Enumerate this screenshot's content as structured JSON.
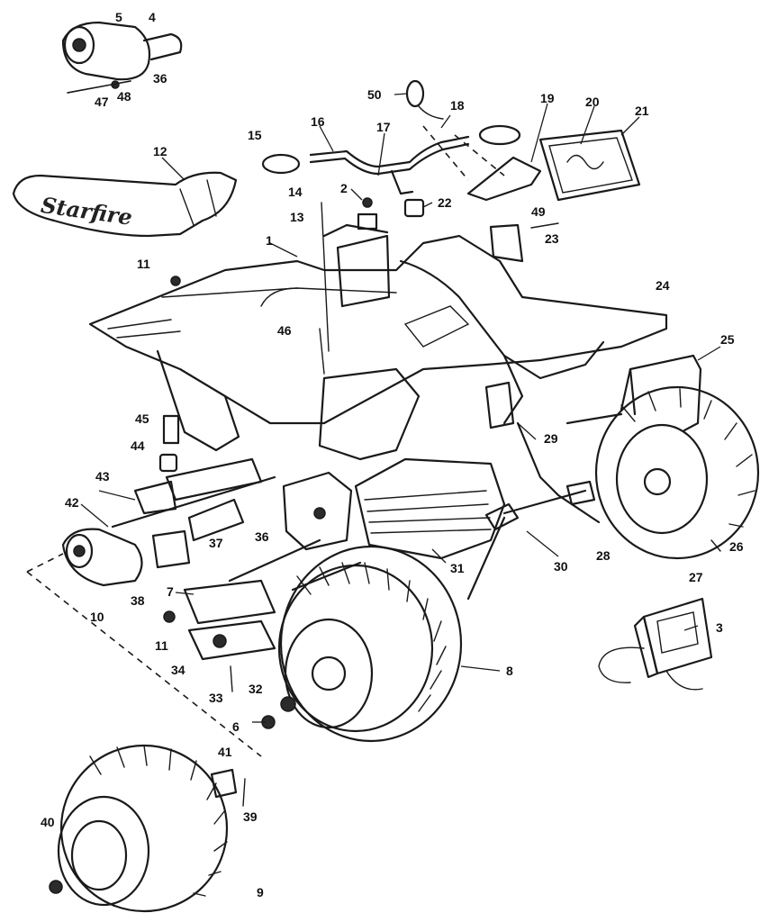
{
  "diagram": {
    "decal_text": "Starfire",
    "part_numbers": [
      "1",
      "2",
      "3",
      "4",
      "5",
      "6",
      "7",
      "8",
      "9",
      "10",
      "11",
      "12",
      "13",
      "14",
      "15",
      "16",
      "17",
      "18",
      "19",
      "20",
      "21",
      "22",
      "23",
      "24",
      "25",
      "26",
      "27",
      "28",
      "29",
      "30",
      "31",
      "32",
      "33",
      "34",
      "36",
      "37",
      "38",
      "39",
      "40",
      "41",
      "42",
      "43",
      "44",
      "45",
      "46",
      "47",
      "48",
      "49",
      "50"
    ],
    "callouts": {
      "c1": "1",
      "c2": "2",
      "c3": "3",
      "c4": "4",
      "c5": "5",
      "c6": "6",
      "c7": "7",
      "c8": "8",
      "c9": "9",
      "c10": "10",
      "c11a": "11",
      "c11b": "11",
      "c12": "12",
      "c13": "13",
      "c14": "14",
      "c15": "15",
      "c16": "16",
      "c17": "17",
      "c18": "18",
      "c19": "19",
      "c20": "20",
      "c21": "21",
      "c22": "22",
      "c23": "23",
      "c24": "24",
      "c25": "25",
      "c26": "26",
      "c27": "27",
      "c28": "28",
      "c29": "29",
      "c30": "30",
      "c31": "31",
      "c32": "32",
      "c33": "33",
      "c34": "34",
      "c36a": "36",
      "c36b": "36",
      "c37": "37",
      "c38": "38",
      "c39": "39",
      "c40": "40",
      "c41": "41",
      "c42": "42",
      "c43": "43",
      "c44": "44",
      "c45": "45",
      "c46": "46",
      "c47": "47",
      "c48": "48",
      "c49": "49",
      "c50": "50"
    }
  }
}
